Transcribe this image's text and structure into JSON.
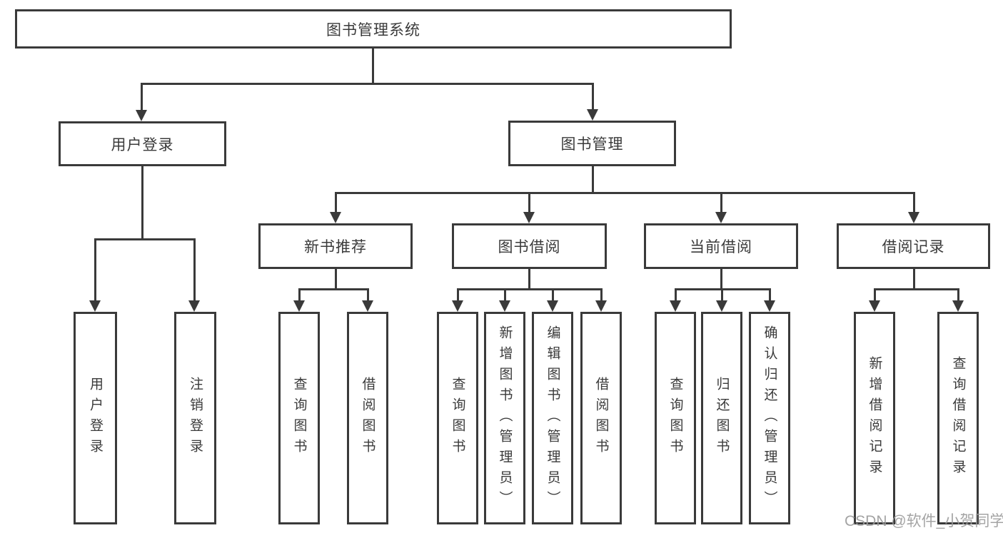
{
  "nodes": {
    "root": "图书管理系统",
    "user_login": "用户登录",
    "book_management": "图书管理",
    "new_book_recommend": "新书推荐",
    "book_borrow": "图书借阅",
    "current_borrow": "当前借阅",
    "borrow_records": "借阅记录",
    "user_login_leaf": "用户登录",
    "logout_leaf": "注销登录",
    "recommend_query_book": "查询图书",
    "recommend_borrow_book": "借阅图书",
    "borrow_query_book": "查询图书",
    "borrow_add_book": "新增图书（管理员）",
    "borrow_edit_book": "编辑图书（管理员）",
    "borrow_borrow_book": "借阅图书",
    "current_query_book": "查询图书",
    "current_return_book": "归还图书",
    "current_confirm_return": "确认归还（管理员）",
    "records_add": "新增借阅记录",
    "records_query": "查询借阅记录"
  },
  "watermark": "CSDN @软件_小贺同学",
  "colors": {
    "line": "#3a3a3a",
    "text": "#3a3a3a",
    "background": "#ffffff",
    "watermark": "#9b9b9b"
  }
}
